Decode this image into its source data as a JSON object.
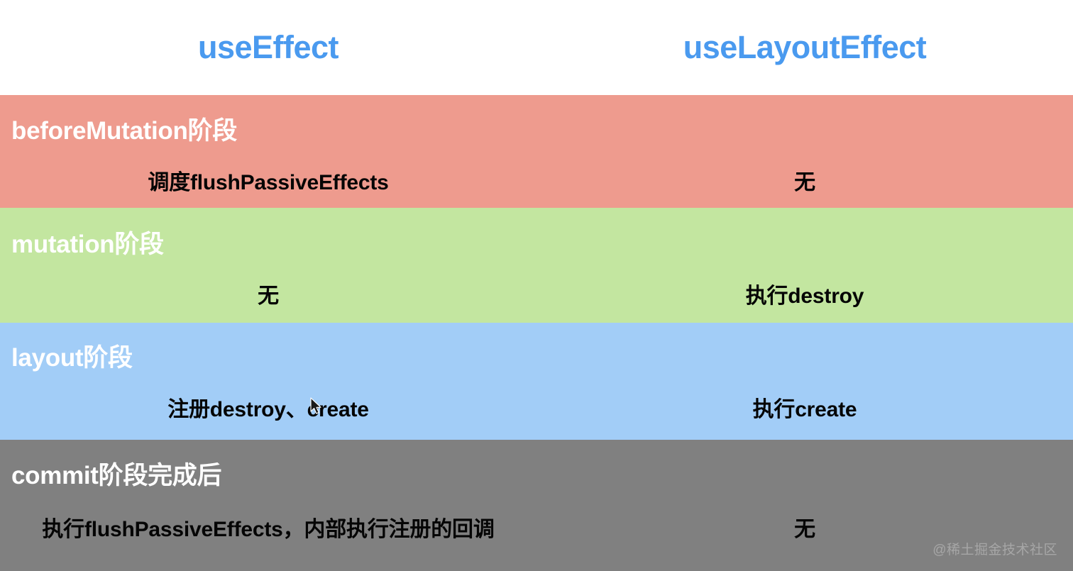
{
  "header": {
    "columns": [
      {
        "title": "useEffect"
      },
      {
        "title": "useLayoutEffect"
      }
    ],
    "color": "#4a9aef"
  },
  "phases": [
    {
      "id": "beforeMutation",
      "label": "beforeMutation阶段",
      "background": "#ee9b8e",
      "useEffect": "调度flushPassiveEffects",
      "useLayoutEffect": "无"
    },
    {
      "id": "mutation",
      "label": "mutation阶段",
      "background": "#c3e6a0",
      "useEffect": "无",
      "useLayoutEffect": "执行destroy"
    },
    {
      "id": "layout",
      "label": "layout阶段",
      "background": "#a2cdf7",
      "useEffect": "注册destroy、create",
      "useLayoutEffect": "执行create"
    },
    {
      "id": "commit",
      "label": "commit阶段完成后",
      "background": "#808080",
      "useEffect": "执行flushPassiveEffects，内部执行注册的回调",
      "useLayoutEffect": "无"
    }
  ],
  "watermark": {
    "text": "@稀土掘金技术社区"
  }
}
